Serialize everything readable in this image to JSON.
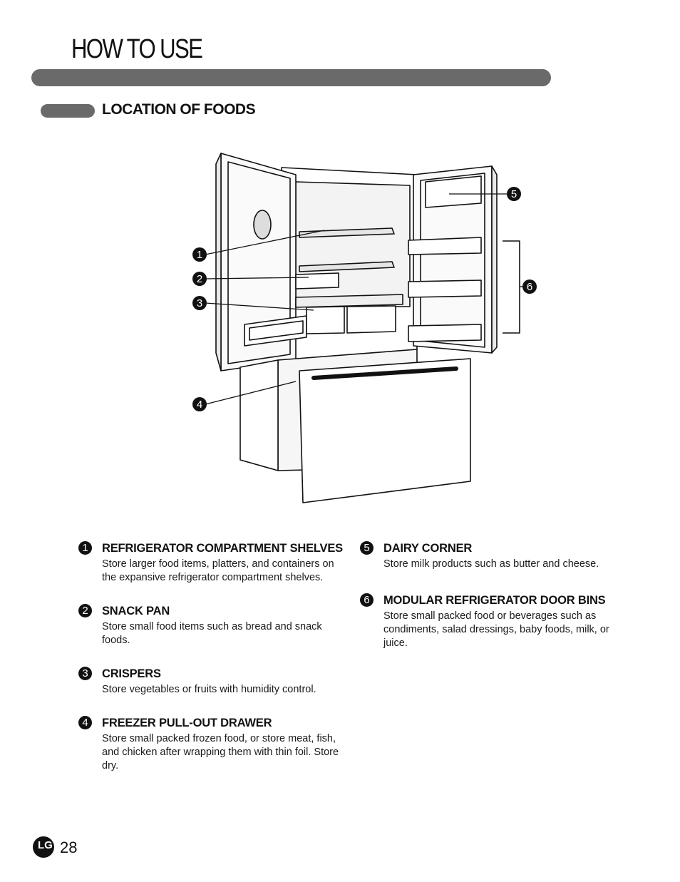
{
  "header": {
    "title": "HOW TO USE"
  },
  "section": {
    "heading": "LOCATION OF FOODS"
  },
  "diagram": {
    "callouts": [
      "1",
      "2",
      "3",
      "4",
      "5",
      "6"
    ]
  },
  "items": [
    {
      "number": "1",
      "heading": "REFRIGERATOR COMPARTMENT SHELVES",
      "body": "Store larger food items, platters, and containers on the expansive refrigerator compartment shelves."
    },
    {
      "number": "2",
      "heading": "SNACK PAN",
      "body": "Store small food items such as bread and snack foods."
    },
    {
      "number": "3",
      "heading": "CRISPERS",
      "body": "Store vegetables or fruits with humidity control."
    },
    {
      "number": "4",
      "heading": "FREEZER PULL-OUT DRAWER",
      "body": "Store small packed frozen food, or store meat, fish, and chicken after wrapping them with thin foil. Store dry."
    },
    {
      "number": "5",
      "heading": "DAIRY CORNER",
      "body": "Store milk products such as butter and cheese."
    },
    {
      "number": "6",
      "heading": "MODULAR REFRIGERATOR DOOR BINS",
      "body": "Store small packed food or beverages such as condiments, salad dressings, baby foods, milk, or juice."
    }
  ],
  "footer": {
    "logo": "LG",
    "page_number": "28"
  }
}
